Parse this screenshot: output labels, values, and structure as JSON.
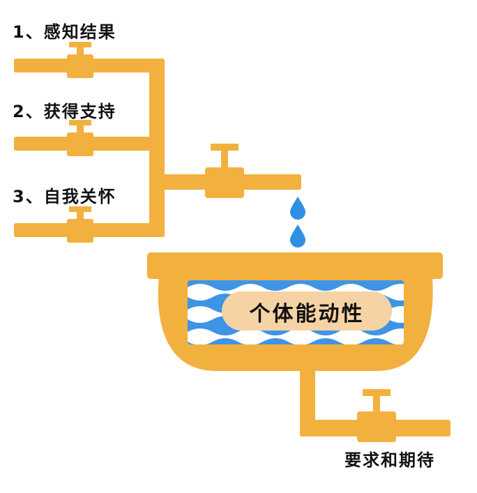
{
  "labels": {
    "input_1": "1、感知结果",
    "input_2": "2、获得支持",
    "input_3": "3、自我关怀",
    "basin": "个体能动性",
    "output": "要求和期待"
  },
  "colors": {
    "pipe": "#F2B13E",
    "water_blue": "#3E94E6",
    "water_white": "#FFFFFF",
    "label_pill": "#F6D3A4",
    "drop": "#2F8FE3",
    "text": "#111111"
  },
  "icons": [
    "water-drop-icon",
    "valve-icon"
  ]
}
